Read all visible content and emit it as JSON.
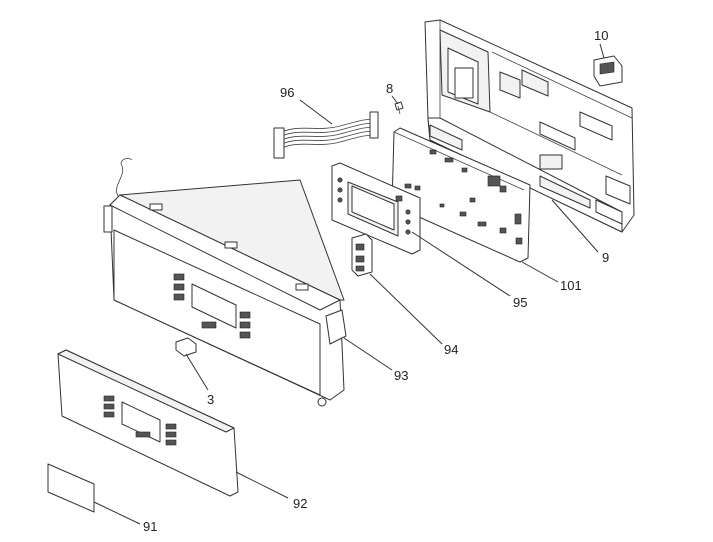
{
  "diagram": {
    "parts": [
      {
        "key": "p10",
        "number": "10"
      },
      {
        "key": "p8",
        "number": "8"
      },
      {
        "key": "p96",
        "number": "96"
      },
      {
        "key": "p9",
        "number": "9"
      },
      {
        "key": "p101",
        "number": "101"
      },
      {
        "key": "p95",
        "number": "95"
      },
      {
        "key": "p94",
        "number": "94"
      },
      {
        "key": "p93",
        "number": "93"
      },
      {
        "key": "p3",
        "number": "3"
      },
      {
        "key": "p92",
        "number": "92"
      },
      {
        "key": "p91",
        "number": "91"
      }
    ]
  },
  "labels": {
    "p10": "10",
    "p8": "8",
    "p96": "96",
    "p9": "9",
    "p101": "101",
    "p95": "95",
    "p94": "94",
    "p93": "93",
    "p3": "3",
    "p92": "92",
    "p91": "91"
  }
}
